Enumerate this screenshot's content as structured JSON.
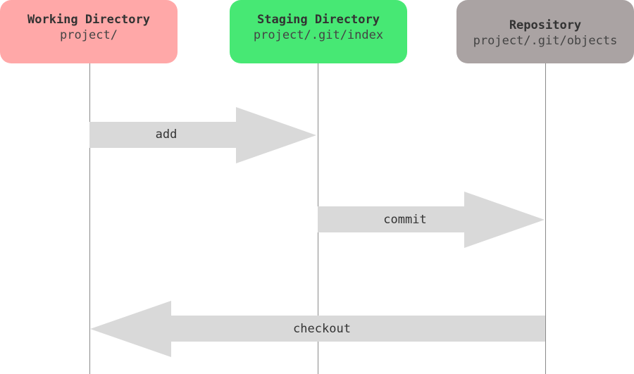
{
  "lanes": [
    {
      "title": "Working Directory",
      "path": "project/",
      "color": "#ffa8a8"
    },
    {
      "title": "Staging Directory",
      "path": "project/.git/index",
      "color": "#47e874"
    },
    {
      "title": "Repository",
      "path": "project/.git/objects",
      "color": "#aaa3a3"
    }
  ],
  "arrows": [
    {
      "label": "add",
      "from": "Working Directory",
      "to": "Staging Directory"
    },
    {
      "label": "commit",
      "from": "Staging Directory",
      "to": "Repository"
    },
    {
      "label": "checkout",
      "from": "Repository",
      "to": "Working Directory"
    }
  ]
}
